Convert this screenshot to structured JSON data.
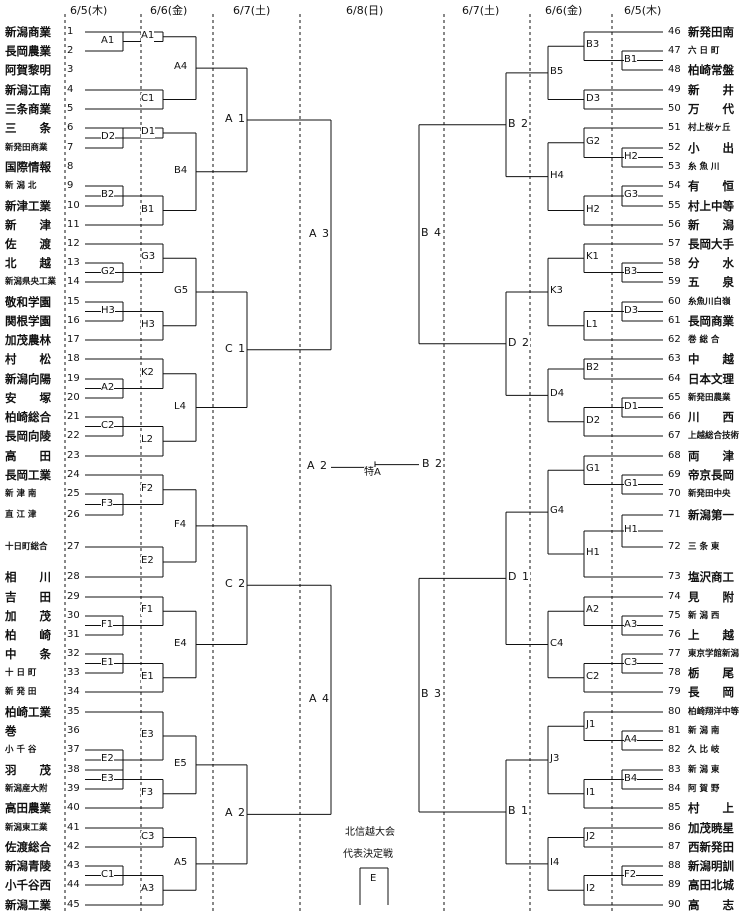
{
  "dates": {
    "left": [
      "6/5(木)",
      "6/6(金)",
      "6/7(土)"
    ],
    "center": "6/8(日)",
    "right": [
      "6/7(土)",
      "6/6(金)",
      "6/5(木)"
    ]
  },
  "left_teams": [
    {
      "no": "1",
      "name": "新潟商業"
    },
    {
      "no": "2",
      "name": "長岡農業"
    },
    {
      "no": "3",
      "name": "阿賀黎明"
    },
    {
      "no": "4",
      "name": "新潟江南"
    },
    {
      "no": "5",
      "name": "三条商業"
    },
    {
      "no": "6",
      "name": "三　　条"
    },
    {
      "no": "7",
      "name": "新発田商業"
    },
    {
      "no": "8",
      "name": "国際情報"
    },
    {
      "no": "9",
      "name": "新 潟 北"
    },
    {
      "no": "10",
      "name": "新津工業"
    },
    {
      "no": "11",
      "name": "新　　津"
    },
    {
      "no": "12",
      "name": "佐　　渡"
    },
    {
      "no": "13",
      "name": "北　　越"
    },
    {
      "no": "14",
      "name": "新潟県央工業"
    },
    {
      "no": "15",
      "name": "敬和学園"
    },
    {
      "no": "16",
      "name": "関根学園"
    },
    {
      "no": "17",
      "name": "加茂農林"
    },
    {
      "no": "18",
      "name": "村　　松"
    },
    {
      "no": "19",
      "name": "新潟向陽"
    },
    {
      "no": "20",
      "name": "安　　塚"
    },
    {
      "no": "21",
      "name": "柏崎総合"
    },
    {
      "no": "22",
      "name": "長岡向陵"
    },
    {
      "no": "23",
      "name": "高　　田"
    },
    {
      "no": "24",
      "name": "長岡工業"
    },
    {
      "no": "25",
      "name": "新 津 南"
    },
    {
      "no": "26",
      "name": "直 江 津"
    },
    {
      "no": "27",
      "name": "十日町総合"
    },
    {
      "no": "28",
      "name": "相　　川"
    },
    {
      "no": "29",
      "name": "吉　　田"
    },
    {
      "no": "30",
      "name": "加　　茂"
    },
    {
      "no": "31",
      "name": "柏　　崎"
    },
    {
      "no": "32",
      "name": "中　　条"
    },
    {
      "no": "33",
      "name": "十 日 町"
    },
    {
      "no": "34",
      "name": "新 発 田"
    },
    {
      "no": "35",
      "name": "柏崎工業"
    },
    {
      "no": "36",
      "name": "巻"
    },
    {
      "no": "37",
      "name": "小 千 谷"
    },
    {
      "no": "38",
      "name": "羽　　茂"
    },
    {
      "no": "39",
      "name": "新潟産大附"
    },
    {
      "no": "40",
      "name": "高田農業"
    },
    {
      "no": "41",
      "name": "新潟東工業"
    },
    {
      "no": "42",
      "name": "佐渡総合"
    },
    {
      "no": "43",
      "name": "新潟青陵"
    },
    {
      "no": "44",
      "name": "小千谷西"
    },
    {
      "no": "45",
      "name": "新潟工業"
    }
  ],
  "right_teams": [
    {
      "no": "46",
      "name": "新発田南"
    },
    {
      "no": "47",
      "name": "六 日 町"
    },
    {
      "no": "48",
      "name": "柏崎常盤"
    },
    {
      "no": "49",
      "name": "新　　井"
    },
    {
      "no": "50",
      "name": "万　　代"
    },
    {
      "no": "51",
      "name": "村上桜ヶ丘"
    },
    {
      "no": "52",
      "name": "小　　出"
    },
    {
      "no": "53",
      "name": "糸 魚 川"
    },
    {
      "no": "54",
      "name": "有　　恒"
    },
    {
      "no": "55",
      "name": "村上中等"
    },
    {
      "no": "56",
      "name": "新　　潟"
    },
    {
      "no": "57",
      "name": "長岡大手"
    },
    {
      "no": "58",
      "name": "分　　水"
    },
    {
      "no": "59",
      "name": "五　　泉"
    },
    {
      "no": "60",
      "name": "糸魚川白嶺"
    },
    {
      "no": "61",
      "name": "長岡商業"
    },
    {
      "no": "62",
      "name": "巻 総 合"
    },
    {
      "no": "63",
      "name": "中　　越"
    },
    {
      "no": "64",
      "name": "日本文理"
    },
    {
      "no": "65",
      "name": "新発田農業"
    },
    {
      "no": "66",
      "name": "川　　西"
    },
    {
      "no": "67",
      "name": "上越総合技術"
    },
    {
      "no": "68",
      "name": "両　　津"
    },
    {
      "no": "69",
      "name": "帝京長岡"
    },
    {
      "no": "70",
      "name": "新発田中央"
    },
    {
      "no": "71",
      "name": "新潟第一"
    },
    {
      "no": "72",
      "name": "三 条 東"
    },
    {
      "no": "73",
      "name": "塩沢商工"
    },
    {
      "no": "74",
      "name": "見　　附"
    },
    {
      "no": "75",
      "name": "新 潟 西"
    },
    {
      "no": "76",
      "name": "上　　越"
    },
    {
      "no": "77",
      "name": "東京学館新潟"
    },
    {
      "no": "78",
      "name": "栃　　尾"
    },
    {
      "no": "79",
      "name": "長　　岡"
    },
    {
      "no": "80",
      "name": "柏崎翔洋中等"
    },
    {
      "no": "81",
      "name": "新 潟 南"
    },
    {
      "no": "82",
      "name": "久 比 岐"
    },
    {
      "no": "83",
      "name": "新 潟 東"
    },
    {
      "no": "84",
      "name": "阿 賀 野"
    },
    {
      "no": "85",
      "name": "村　　上"
    },
    {
      "no": "86",
      "name": "加茂暁星"
    },
    {
      "no": "87",
      "name": "西新発田"
    },
    {
      "no": "88",
      "name": "新潟明訓"
    },
    {
      "no": "89",
      "name": "高田北城"
    },
    {
      "no": "90",
      "name": "高　　志"
    }
  ],
  "game_labels": {
    "l1_A1": "A1",
    "l1_D2": "D2",
    "l1_B2": "B2",
    "l1_G2": "G2",
    "l1_H3": "H3",
    "l1_A2": "A2",
    "l1_C2": "C2",
    "l1_F3": "F3",
    "l1_F1": "F1",
    "l1_E1": "E1",
    "l1_E2": "E2",
    "l1_E3": "E3",
    "l1_C1": "C1",
    "l2_A1": "A1",
    "l2_C1": "C1",
    "l2_D1": "D1",
    "l2_B1": "B1",
    "l2_G3": "G3",
    "l2_H3": "H3",
    "l2_K2": "K2",
    "l2_L2": "L2",
    "l2_F2": "F2",
    "l2_E2": "E2",
    "l2_F1": "F1",
    "l2_E1": "E1",
    "l2_E3": "E3",
    "l2_F3": "F3",
    "l2_C3": "C3",
    "l2_A3": "A3",
    "l3_A4": "A4",
    "l3_B4": "B4",
    "l3_G5": "G5",
    "l3_L4": "L4",
    "l3_F4": "F4",
    "l3_E4": "E4",
    "l3_E5": "E5",
    "l3_A5": "A5",
    "l4_A1": "A 1",
    "l4_C1": "C 1",
    "l4_C2": "C 2",
    "l4_A2": "A 2",
    "l5_A3": "A 3",
    "l5_A4": "A 4",
    "l6_A2": "A 2",
    "final": "特A",
    "r6_B2": "B 2",
    "r5_B4": "B 4",
    "r5_B3": "B 3",
    "r4_B2": "B 2",
    "r4_D2": "D 2",
    "r4_D1": "D 1",
    "r4_B1": "B 1",
    "r3_B5": "B5",
    "r3_H4": "H4",
    "r3_K3": "K3",
    "r3_D4": "D4",
    "r3_G4": "G4",
    "r3_C4": "C4",
    "r3_J3": "J3",
    "r3_I4": "I4",
    "r2_B3": "B3",
    "r2_D3": "D3",
    "r2_G2": "G2",
    "r2_H2": "H2",
    "r2_K1": "K1",
    "r2_L1": "L1",
    "r2_B2": "B2",
    "r2_D2": "D2",
    "r2_G1": "G1",
    "r2_H1": "H1",
    "r2_A2": "A2",
    "r2_C2": "C2",
    "r2_J1": "J1",
    "r2_I1": "I1",
    "r2_J2": "J2",
    "r2_I2": "I2",
    "r1_B1": "B1",
    "r1_H2": "H2",
    "r1_G3": "G3",
    "r1_B3": "B3",
    "r1_D3": "D3",
    "r1_D1": "D1",
    "r1_G1": "G1",
    "r1_H1": "H1",
    "r1_A3": "A3",
    "r1_C3": "C3",
    "r1_A4": "A4",
    "r1_B4": "B4",
    "r1_F2": "F2"
  },
  "footer": {
    "title_line1": "北信越大会",
    "title_line2": "代表決定戦",
    "game": "E"
  },
  "colors": {
    "line": "#111111",
    "text": "#111111"
  }
}
